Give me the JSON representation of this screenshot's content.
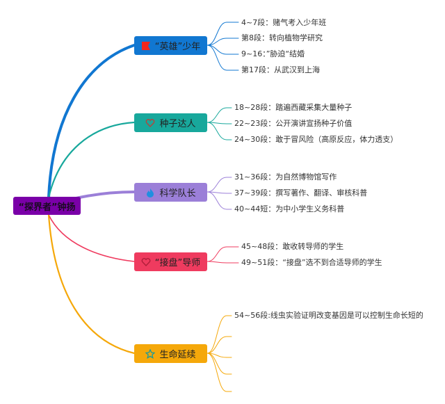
{
  "root": {
    "label": "“探界者”钟扬",
    "color": "#7a00a8"
  },
  "topics": [
    {
      "label": "“英雄”少年",
      "icon": "flag-icon",
      "icon_color": "#f2261c",
      "color": "#1177d1",
      "line_color": "#1177d1",
      "children": [
        "4~7段：赌气考入少年班",
        "第8段：转向植物学研究",
        "9~16：”胁迫“结婚",
        "第17段：从武汉到上海"
      ]
    },
    {
      "label": "种子达人",
      "icon": "heart-icon",
      "icon_color": "#b5443a",
      "color": "#18a89c",
      "line_color": "#18a89c",
      "children": [
        "18~28段：踏遍西藏采集大量种子",
        "22~23段：公开演讲宣扬种子价值",
        "24~30段：敢于冒风险（高原反应，体力透支）"
      ]
    },
    {
      "label": "科学队长",
      "icon": "flame-icon",
      "icon_color": "#1f8fe0",
      "color": "#9b7fd8",
      "line_color": "#9b7fd8",
      "children": [
        "31~36段：为自然博物馆写作",
        "37~39段：撰写著作、翻译、审核科普",
        "40~44短：为中小学生义务科普"
      ]
    },
    {
      "label": "“接盘”导师",
      "icon": "heart-icon",
      "icon_color": "#b01e3a",
      "color": "#ef3b5f",
      "line_color": "#ef3b5f",
      "children": [
        "45~48段：敢收转导师的学生",
        "49~51段：“接盘”选不到合适导师的学生"
      ]
    },
    {
      "label": "生命延续",
      "icon": "star-icon",
      "icon_color": "#1b9a9a",
      "color": "#f5a80a",
      "line_color": "#f5a80a",
      "children": [
        "54~56段:线虫实验证明改变基因是可以控制生命长短的",
        "",
        "",
        "",
        ""
      ]
    }
  ]
}
